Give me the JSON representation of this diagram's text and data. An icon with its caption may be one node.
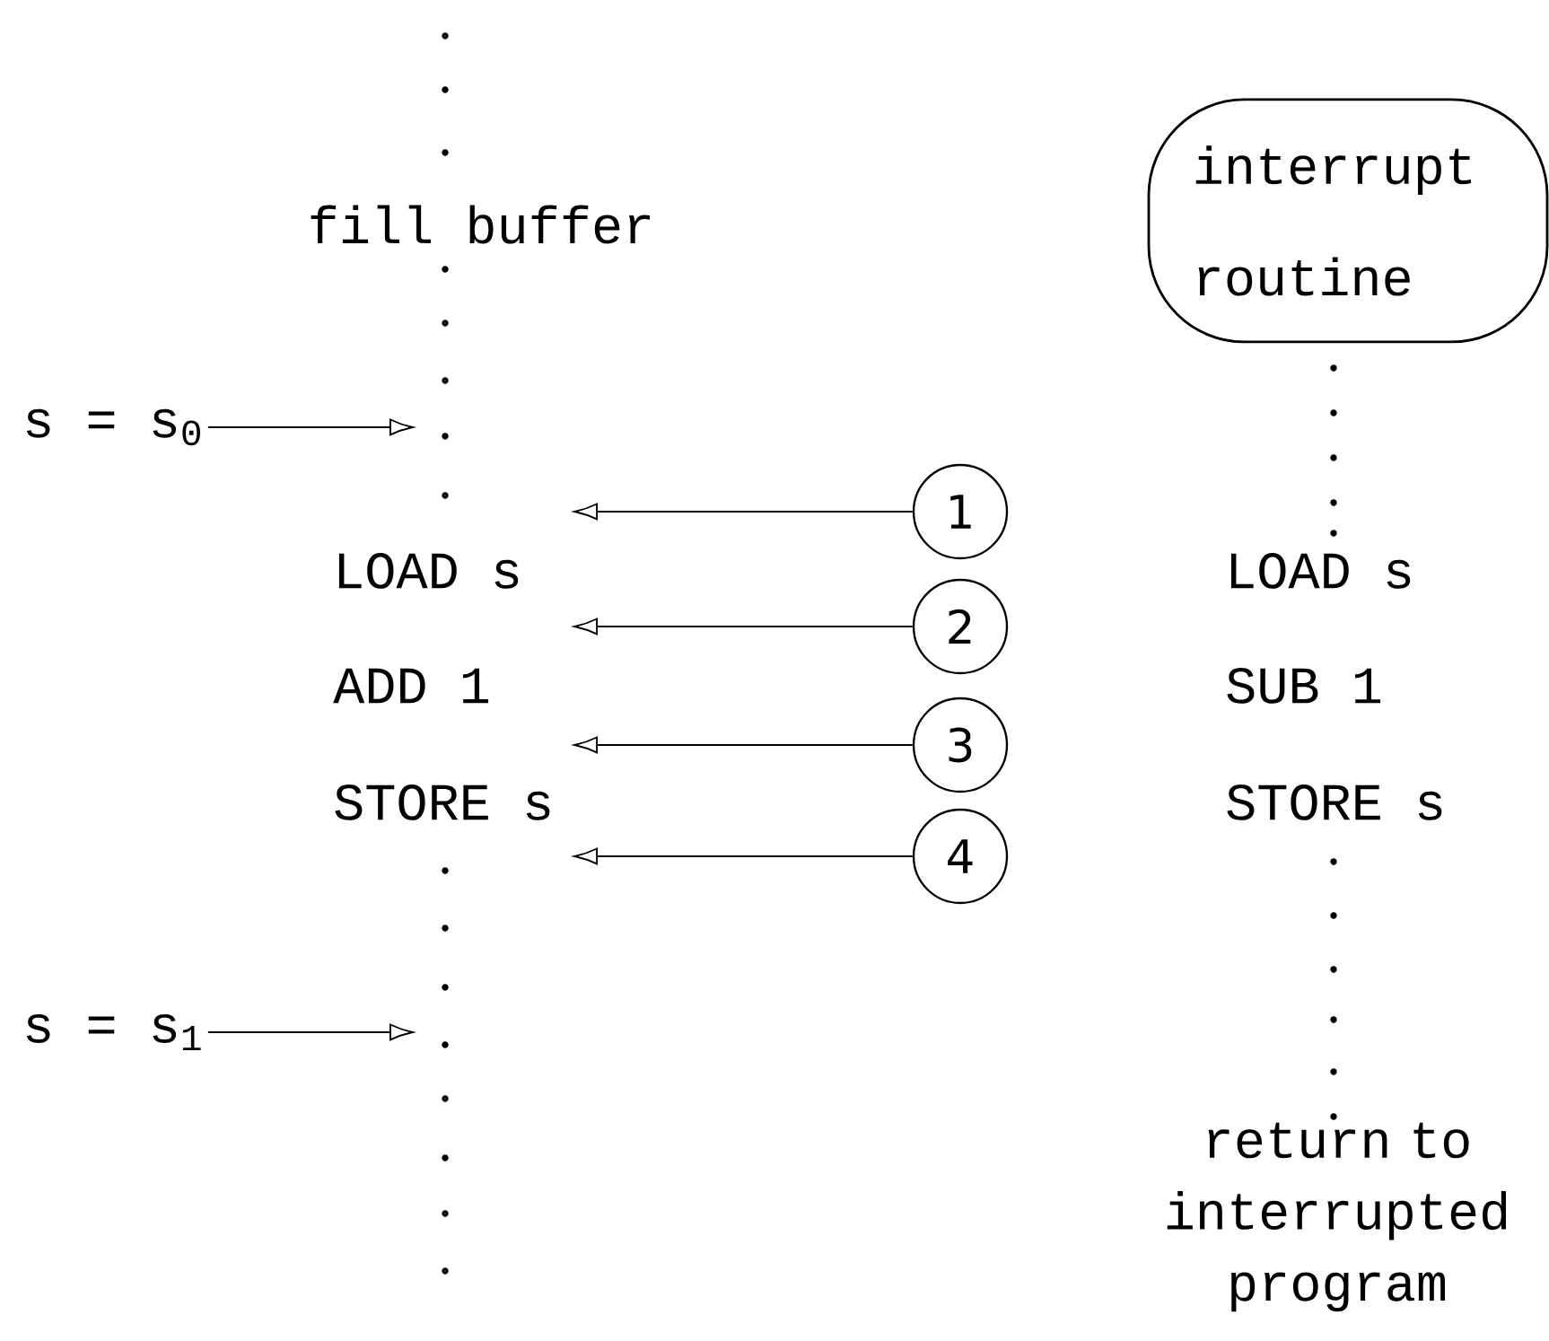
{
  "diagram": {
    "nodes": [
      {
        "text": [
          "interrupt routine"
        ]
      },
      {
        "text": [
          "1"
        ]
      },
      {
        "text": [
          "2"
        ]
      },
      {
        "text": [
          "3"
        ]
      },
      {
        "text": [
          "4"
        ]
      },
      {
        "text": [
          "s = s$_{0}$"
        ]
      },
      {
        "text": [
          "s = s$_{1}$"
        ]
      }
    ],
    "edges": [
      {
        "from": 5,
        "to": null,
        "arrow": "to"
      },
      {
        "from": 1,
        "to": null,
        "arrow": "to"
      },
      {
        "from": 2,
        "to": null,
        "arrow": "to"
      },
      {
        "from": 3,
        "to": null,
        "arrow": "to"
      },
      {
        "from": 4,
        "to": null,
        "arrow": "to"
      },
      {
        "from": 6,
        "to": null,
        "arrow": "to"
      }
    ],
    "labels": [
      "fill buffer",
      "LOAD s",
      "LOAD s",
      "ADD 1",
      "SUB 1",
      "STORE s",
      "STORE s",
      "return to interrupted program"
    ]
  }
}
